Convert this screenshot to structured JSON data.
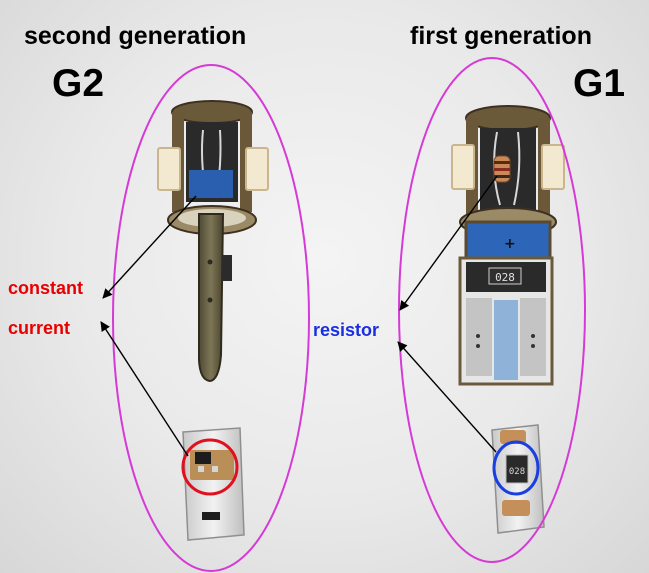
{
  "labels": {
    "left_title": "second generation",
    "left_gen": "G2",
    "right_title": "first generation",
    "right_gen": "G1",
    "left_annotation_line1": "constant",
    "left_annotation_line2": "current",
    "right_annotation": "resistor"
  },
  "components": {
    "left_chip_marking": "",
    "right_chip_marking": "028",
    "right_resistor_marking": "028"
  },
  "colors": {
    "ellipse_outline": "#d63ad6",
    "left_annotation": "#e80000",
    "right_annotation": "#1a2fe0",
    "left_highlight_circle": "#e0101e",
    "right_highlight_circle": "#1a3fe0",
    "arrow": "#000000"
  }
}
